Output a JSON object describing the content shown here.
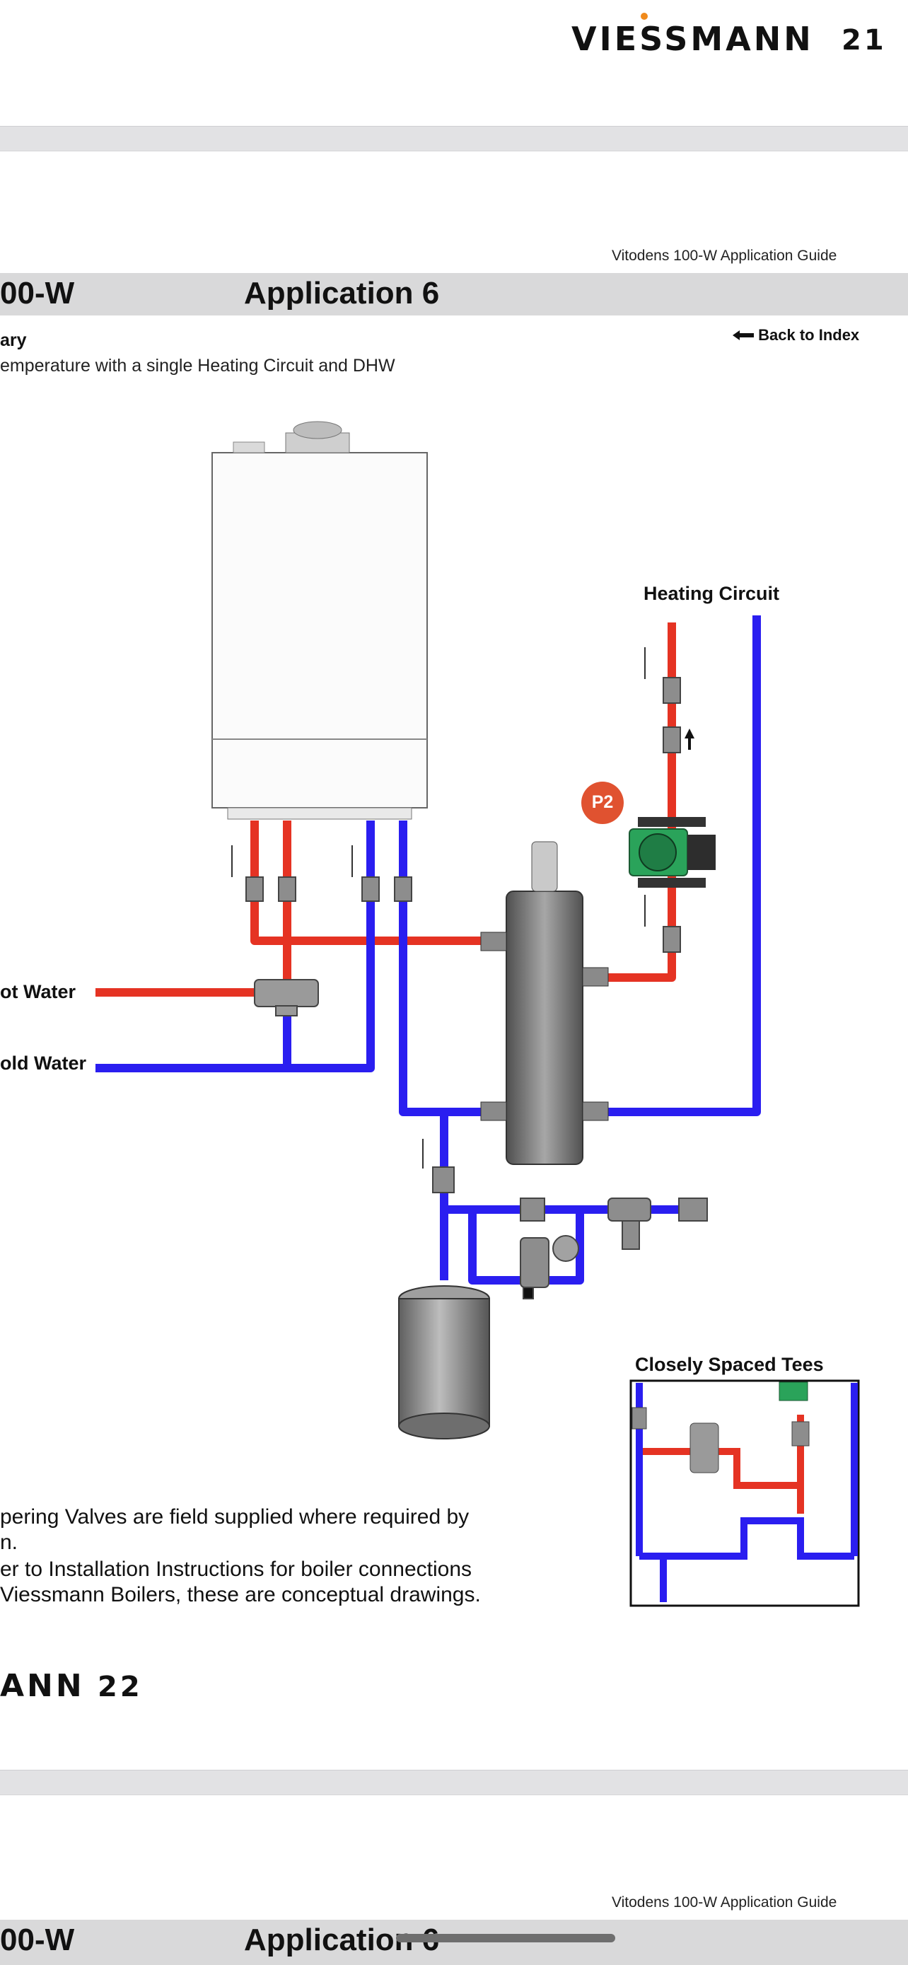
{
  "top_logo": {
    "brand": "VIESSMANN",
    "page_number": "21"
  },
  "upper_page": {
    "guide_title": "Vitodens 100-W Application Guide",
    "header_left": "00-W",
    "header_title": "Application 6",
    "subtitle": "ary",
    "description": "emperature with a single Heating Circuit and DHW",
    "back_to_index": "Back to Index"
  },
  "diagram": {
    "labels": {
      "heating_circuit": "Heating Circuit",
      "hot_water": "ot Water",
      "cold_water": "old Water",
      "pump": "P2",
      "closely_spaced_tees": "Closely Spaced Tees"
    },
    "colors": {
      "supply": "#e53323",
      "return": "#2a1ef0",
      "pump_badge": "#e05230",
      "pump_body": "#2aa35a"
    },
    "notes": [
      "pering Valves are field supplied where required by",
      "n.",
      "er to Installation Instructions for boiler connections",
      " Viessmann Boilers, these are conceptual drawings."
    ]
  },
  "bottom_logo": {
    "brand_fragment": "ANN",
    "page_number": "22"
  },
  "lower_page": {
    "guide_title": "Vitodens 100-W Application Guide",
    "header_left": "00-W",
    "header_title": "Application 6"
  }
}
